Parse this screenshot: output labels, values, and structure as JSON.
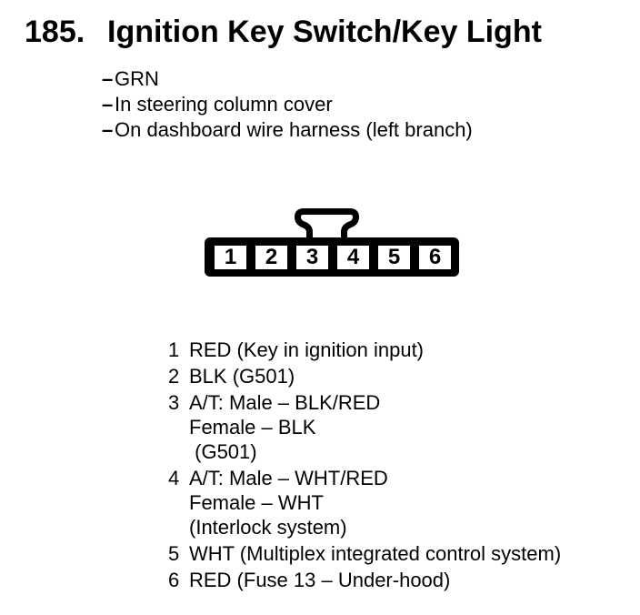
{
  "header": {
    "item_number": "185.",
    "title": "Ignition Key Switch/Key Light",
    "details": [
      {
        "bullet": "–",
        "text": "GRN"
      },
      {
        "bullet": "–",
        "text": "In steering column cover"
      },
      {
        "bullet": "–",
        "text": "On dashboard wire harness (left branch)"
      }
    ]
  },
  "connector": {
    "pins": [
      "1",
      "2",
      "3",
      "4",
      "5",
      "6"
    ]
  },
  "pinout": {
    "items": [
      {
        "pin": "1",
        "description": "RED (Key in ignition input)"
      },
      {
        "pin": "2",
        "description": "BLK (G501)"
      },
      {
        "pin": "3",
        "description": "A/T: Male – BLK/RED\nFemale – BLK\n (G501)"
      },
      {
        "pin": "4",
        "description": "A/T: Male – WHT/RED\nFemale – WHT\n(Interlock system)"
      },
      {
        "pin": "5",
        "description": "WHT (Multiplex integrated control system)"
      },
      {
        "pin": "6",
        "description": "RED (Fuse 13 – Under-hood)"
      }
    ]
  },
  "colors": {
    "ink": "#000000",
    "paper": "#ffffff"
  }
}
